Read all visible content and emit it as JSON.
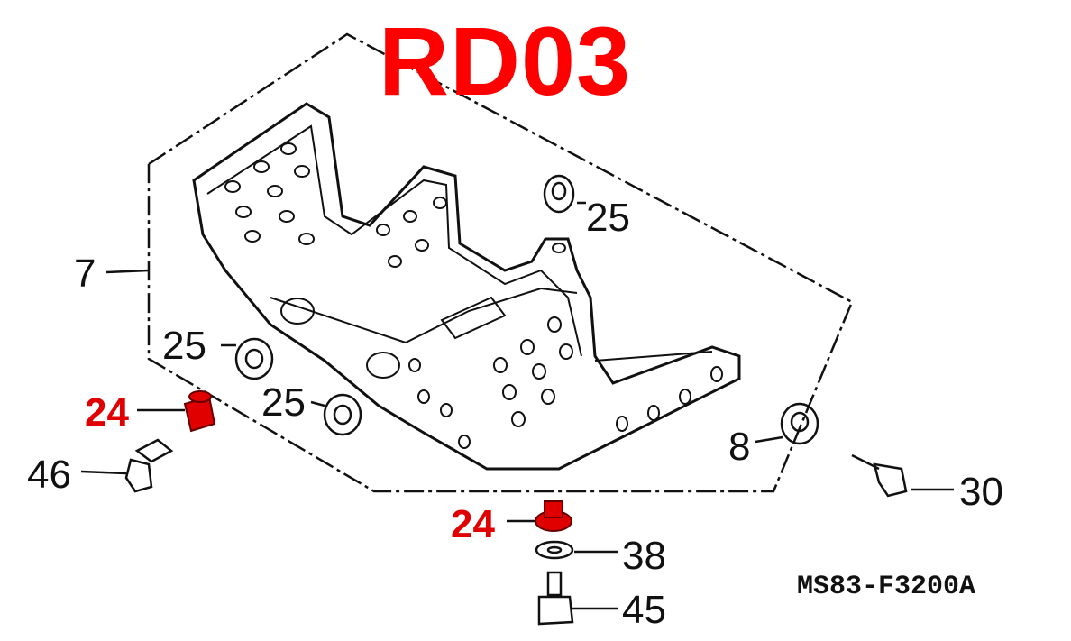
{
  "title": "RD03",
  "diagram_code": "MS83-F3200A",
  "colors": {
    "highlight": "#ff0000",
    "line": "#111111"
  },
  "callouts": [
    {
      "part": "7",
      "highlighted": false
    },
    {
      "part": "25",
      "highlighted": false
    },
    {
      "part": "25",
      "highlighted": false
    },
    {
      "part": "25",
      "highlighted": false
    },
    {
      "part": "24",
      "highlighted": true
    },
    {
      "part": "46",
      "highlighted": false
    },
    {
      "part": "8",
      "highlighted": false
    },
    {
      "part": "30",
      "highlighted": false
    },
    {
      "part": "24",
      "highlighted": true
    },
    {
      "part": "38",
      "highlighted": false
    },
    {
      "part": "45",
      "highlighted": false
    }
  ]
}
